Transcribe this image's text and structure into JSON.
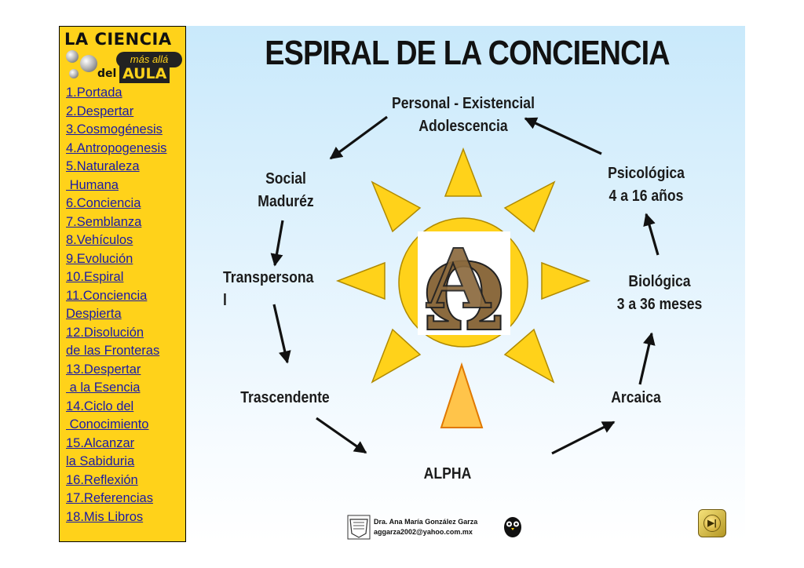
{
  "logo": {
    "line1": "LA CIENCIA",
    "line2": "más allá",
    "line3": "del",
    "line4": "AULA"
  },
  "menu": [
    "1.Portada",
    "2.Despertar",
    "3.Cosmogénesis",
    "4.Antropogenesis",
    "5.Naturaleza",
    " Humana",
    "6.Conciencia",
    "7.Semblanza",
    "8.Vehículos",
    "9.Evolución",
    "10.Espiral",
    "11.Conciencia",
    "Despierta",
    "12.Disolución",
    "de las Fronteras",
    "13.Despertar",
    " a la Esencia",
    "14.Ciclo del",
    " Conocimiento",
    "15.Alcanzar",
    "la Sabiduria",
    "16.Reflexión",
    "17.Referencias",
    "18.Mis Libros"
  ],
  "title": "ESPIRAL DE LA CONCIENCIA",
  "stages": {
    "personal_l1": "Personal - Existencial",
    "personal_l2": "Adolescencia",
    "social_l1": "Social",
    "social_l2": "Maduréz",
    "transpersonal_l1": "Transpersona",
    "transpersonal_l2": "l",
    "trascendente": "Trascendente",
    "alpha": "ALPHA",
    "arcaica": "Arcaica",
    "biologica_l1": "Biológica",
    "biologica_l2": "3 a 36 meses",
    "psicologica_l1": "Psicológica",
    "psicologica_l2": "4 a 16 años"
  },
  "symbol": {
    "alpha": "A",
    "omega": "Ω"
  },
  "footer": {
    "author": "Dra. Ana María González Garza",
    "email": "aggarza2002@yahoo.com.mx"
  },
  "colors": {
    "sun": "#ffd21a",
    "sun_stroke": "#b08a00",
    "ray_alpha": "#ffc44a",
    "ray_alpha_stroke": "#e07800",
    "symbol": "#8b6a3e"
  }
}
